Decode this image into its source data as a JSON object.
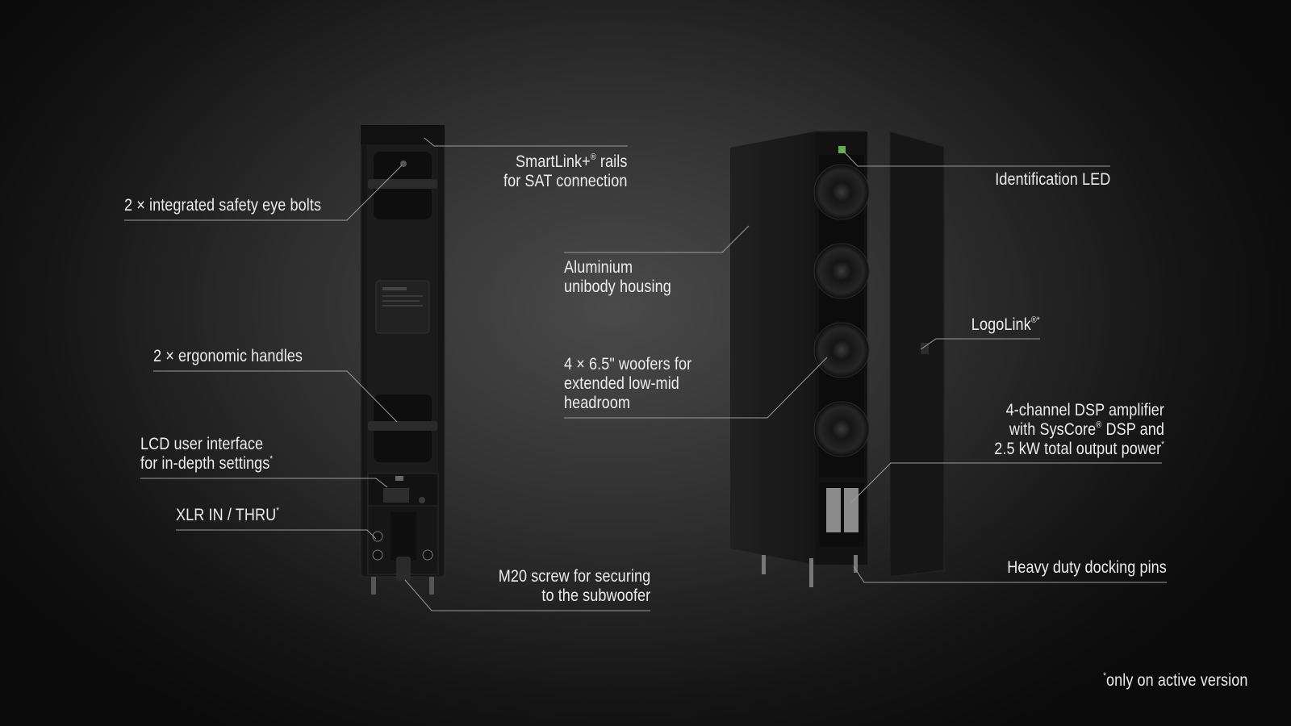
{
  "callouts": {
    "smartlink": {
      "line1_pre": "SmartLink+",
      "line1_sup": "®",
      "line1_post": " rails",
      "line2": "for SAT connection"
    },
    "eye_bolts": "2 × integrated safety eye bolts",
    "handles": "2 × ergonomic handles",
    "lcd": {
      "line1": "LCD user interface",
      "line2": "for in-depth settings",
      "sup": "*"
    },
    "xlr": {
      "text": "XLR IN / THRU",
      "sup": "*"
    },
    "m20": {
      "line1": "M20 screw for securing",
      "line2": "to the subwoofer"
    },
    "housing": {
      "line1": "Aluminium",
      "line2": "unibody housing"
    },
    "woofers": {
      "line1": "4 × 6.5\" woofers for",
      "line2": "extended low-mid",
      "line3": "headroom"
    },
    "led": "Identification LED",
    "logolink": {
      "text": "LogoLink",
      "sup": "®*"
    },
    "amp": {
      "line1": "4-channel DSP amplifier",
      "line2_pre": "with SysCore",
      "line2_sup": "®",
      "line2_post": " DSP and",
      "line3": "2.5 kW total output power",
      "line3_sup": "*"
    },
    "pins": "Heavy duty docking pins"
  },
  "footnote": {
    "sup": "*",
    "text": "only on active version"
  },
  "colors": {
    "background": "#2e2e2e",
    "text": "#ececec",
    "leader_line": "#9a9a9a",
    "speaker_body": "#1c1c1c"
  }
}
